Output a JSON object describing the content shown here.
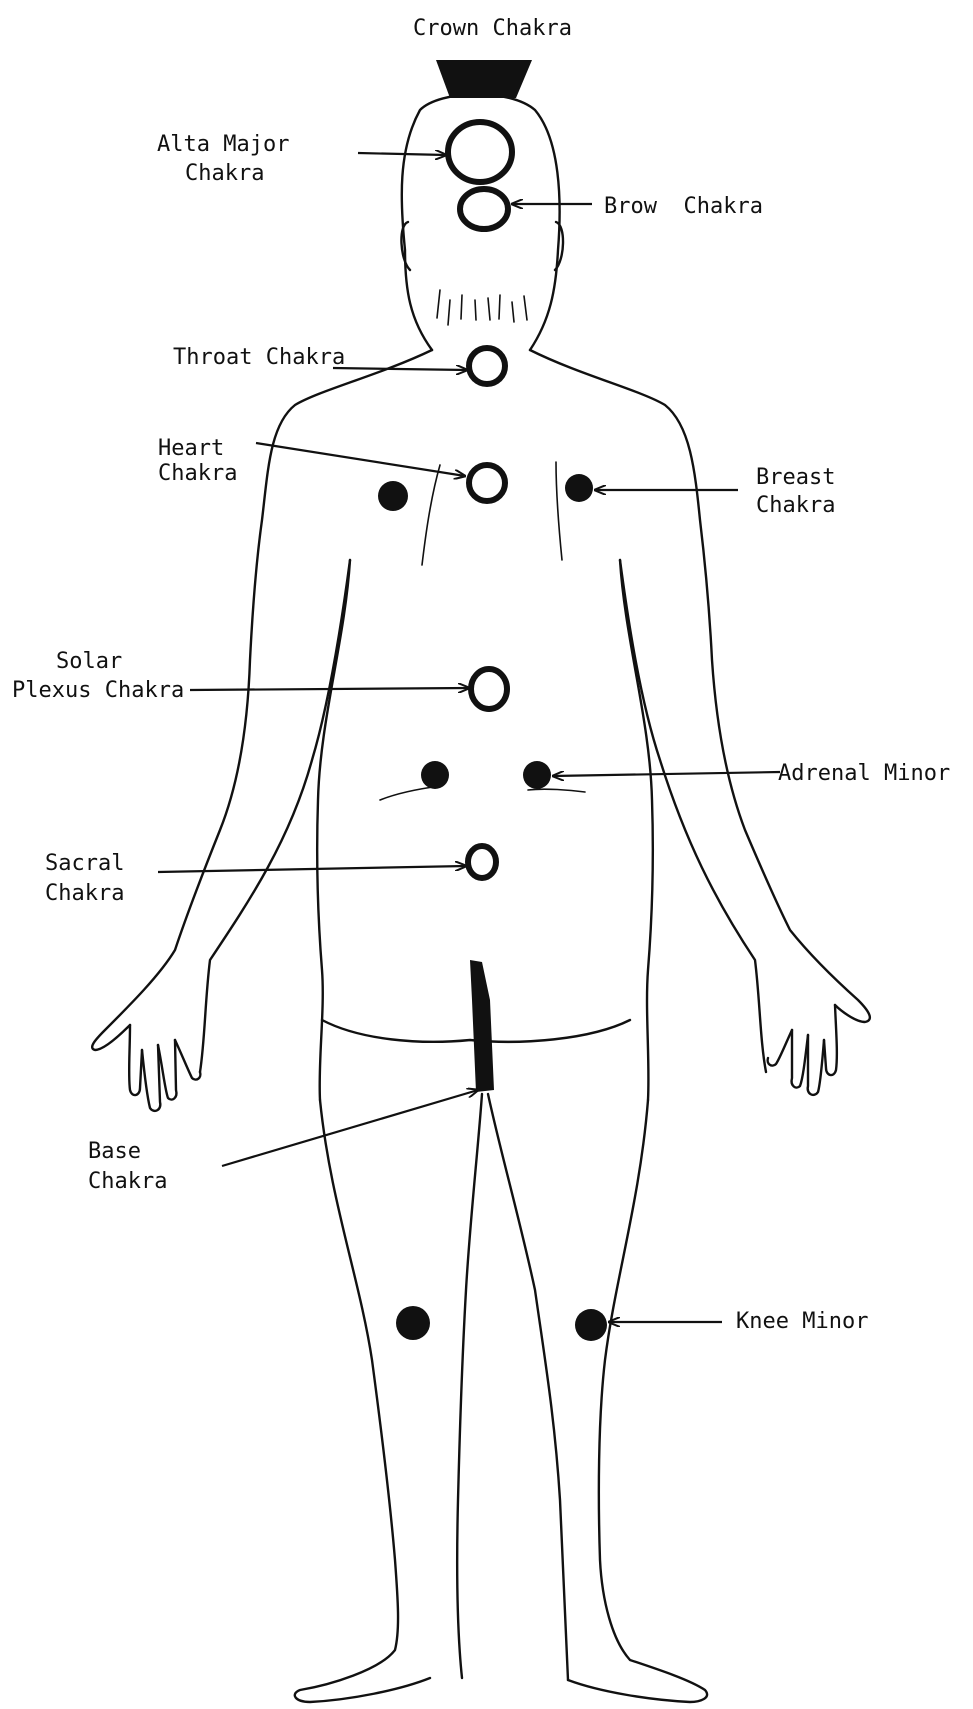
{
  "labels": {
    "crown": "Crown Chakra",
    "alta_major_1": "Alta Major",
    "alta_major_2": "Chakra",
    "brow": "Brow  Chakra",
    "throat": "Throat Chakra",
    "heart_1": "Heart",
    "heart_2": "Chakra",
    "breast_1": "Breast",
    "breast_2": "Chakra",
    "solar_1": "Solar",
    "solar_2": "Plexus Chakra",
    "adrenal": "Adrenal Minor",
    "sacral_1": "Sacral",
    "sacral_2": "Chakra",
    "base_1": "Base",
    "base_2": "Chakra",
    "knee": "Knee Minor"
  },
  "colors": {
    "ink": "#111111",
    "paper": "#ffffff"
  }
}
